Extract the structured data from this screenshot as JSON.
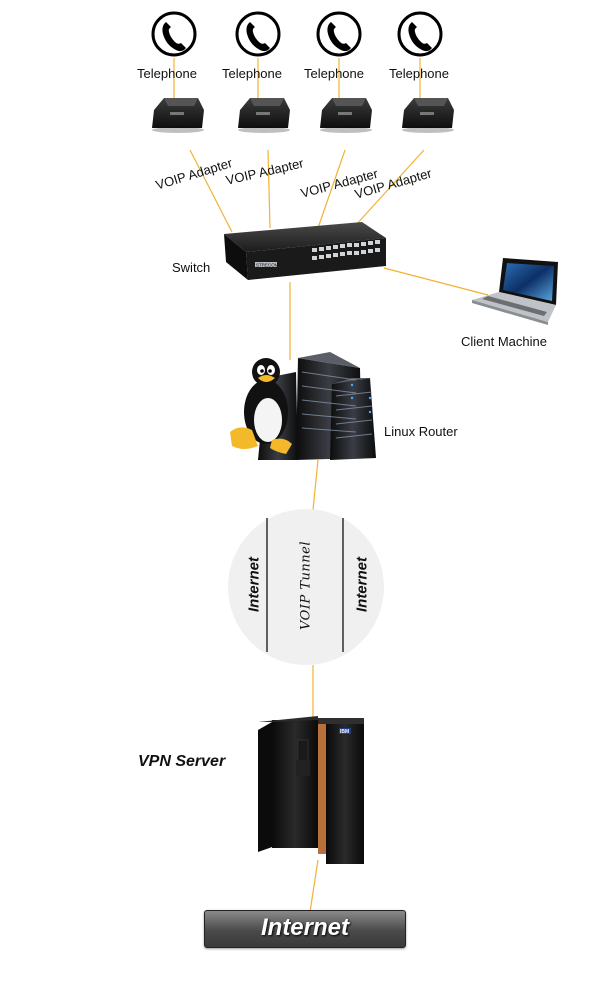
{
  "telephones": [
    {
      "label": "Telephone"
    },
    {
      "label": "Telephone"
    },
    {
      "label": "Telephone"
    },
    {
      "label": "Telephone"
    }
  ],
  "adapters": [
    {
      "label": "VOIP Adapter"
    },
    {
      "label": "VOIP Adapter"
    },
    {
      "label": "VOIP Adapter"
    },
    {
      "label": "VOIP Adapter"
    }
  ],
  "switch": {
    "label": "Switch",
    "brand": "STRECOM"
  },
  "client": {
    "label": "Client Machine"
  },
  "router": {
    "label": "Linux Router"
  },
  "tunnel": {
    "left": "Internet",
    "middle": "VOIP Tunnel",
    "right": "Internet"
  },
  "vpn_server": {
    "label": "VPN Server",
    "badge": "IBM"
  },
  "internet": {
    "label": "Internet"
  },
  "colors": {
    "link": "#f2b233",
    "device_dark": "#1e1e1e",
    "tunnel_bg": "#f0f0f0"
  },
  "icons": [
    "phone-icon",
    "voip-adapter-icon",
    "network-switch-icon",
    "laptop-icon",
    "tux-penguin-icon",
    "server-rack-icon",
    "mainframe-icon"
  ]
}
